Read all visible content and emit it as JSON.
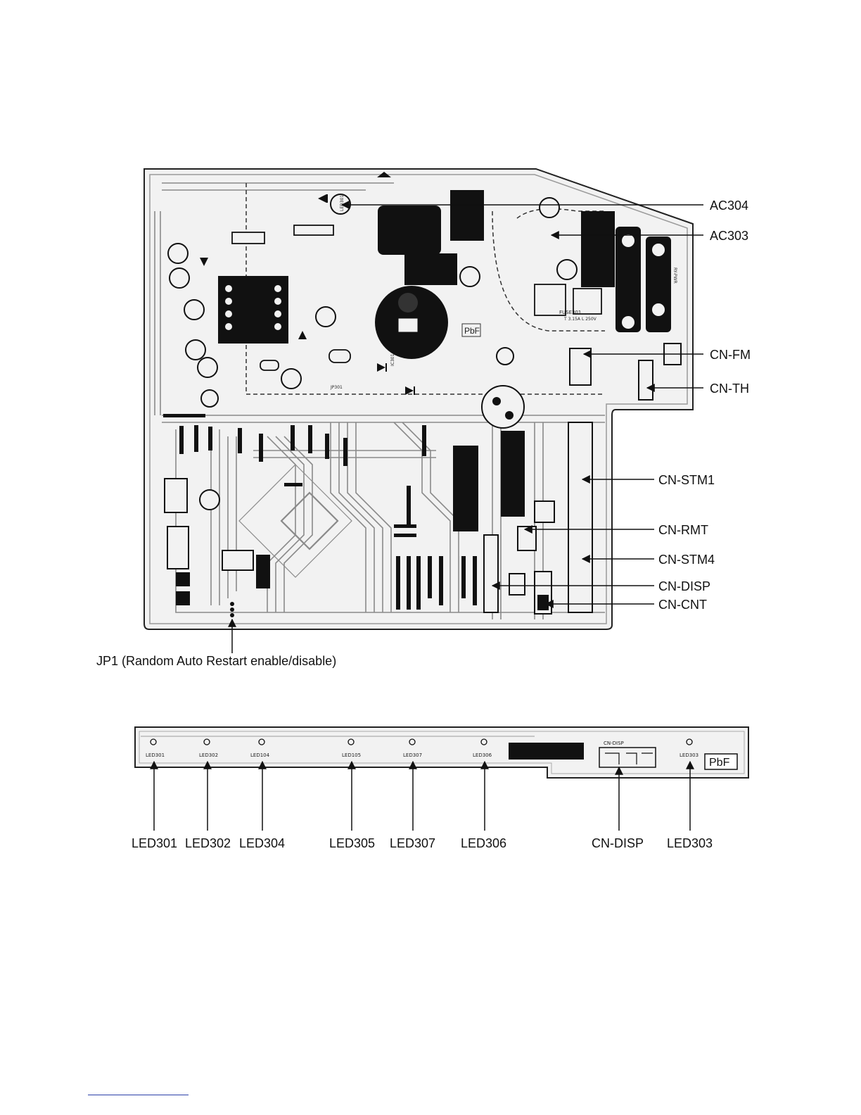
{
  "main_board": {
    "pbf_mark": "PbF",
    "callouts": {
      "ac304": "AC304",
      "ac303": "AC303",
      "cn_fm": "CN-FM",
      "cn_th": "CN-TH",
      "cn_stm1": "CN-STM1",
      "cn_rmt": "CN-RMT",
      "cn_stm4": "CN-STM4",
      "cn_disp": "CN-DISP",
      "cn_cnt": "CN-CNT",
      "jp1": "JP1 (Random Auto Restart enable/disable)"
    },
    "silkscreen": {
      "fuse": "FUSE301",
      "fuse_rating": "T 3.15A L 250V",
      "relay": "RY-PWR",
      "jp_ref": "JP301",
      "ic": "IC301",
      "led_ref": "LED301"
    }
  },
  "display_board": {
    "pbf_mark": "PbF",
    "connector_silk": "CN-DISP",
    "leds": [
      {
        "silk": "LED301",
        "label": "LED301"
      },
      {
        "silk": "LED302",
        "label": "LED302"
      },
      {
        "silk": "LED104",
        "label": "LED304"
      },
      {
        "silk": "LED105",
        "label": "LED305"
      },
      {
        "silk": "LED307",
        "label": "LED307"
      },
      {
        "silk": "LED306",
        "label": "LED306"
      }
    ],
    "connector_label": "CN-DISP",
    "last_led": {
      "silk": "LED303",
      "label": "LED303"
    }
  }
}
